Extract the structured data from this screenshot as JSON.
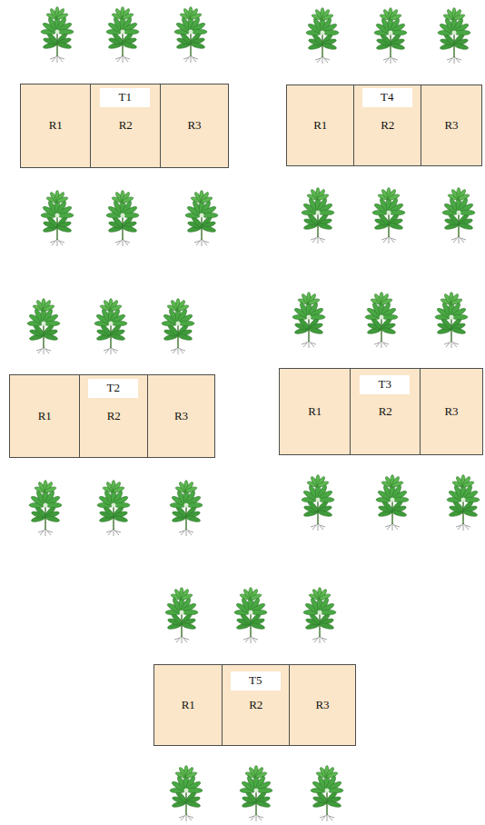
{
  "diagram": {
    "nodes": [
      {
        "text": [
          "R1"
        ]
      },
      {
        "text": [
          "R2"
        ]
      },
      {
        "text": [
          "T1"
        ],
        "in": 1
      },
      {
        "text": [
          "R3"
        ]
      },
      {
        "text": [
          "R1"
        ]
      },
      {
        "text": [
          "R2"
        ]
      },
      {
        "text": [
          "T4"
        ],
        "in": 5
      },
      {
        "text": [
          "R3"
        ]
      },
      {
        "text": [
          "R1"
        ]
      },
      {
        "text": [
          "R2"
        ]
      },
      {
        "text": [
          "T2"
        ],
        "in": 9
      },
      {
        "text": [
          "R3"
        ]
      },
      {
        "text": [
          "R1"
        ]
      },
      {
        "text": [
          "R2"
        ]
      },
      {
        "text": [
          "T3"
        ],
        "in": 13
      },
      {
        "text": [
          "R3"
        ]
      },
      {
        "text": [
          "R1"
        ]
      },
      {
        "text": [
          "R2"
        ]
      },
      {
        "text": [
          "T5"
        ],
        "in": 17
      },
      {
        "text": [
          "R3"
        ]
      }
    ]
  }
}
